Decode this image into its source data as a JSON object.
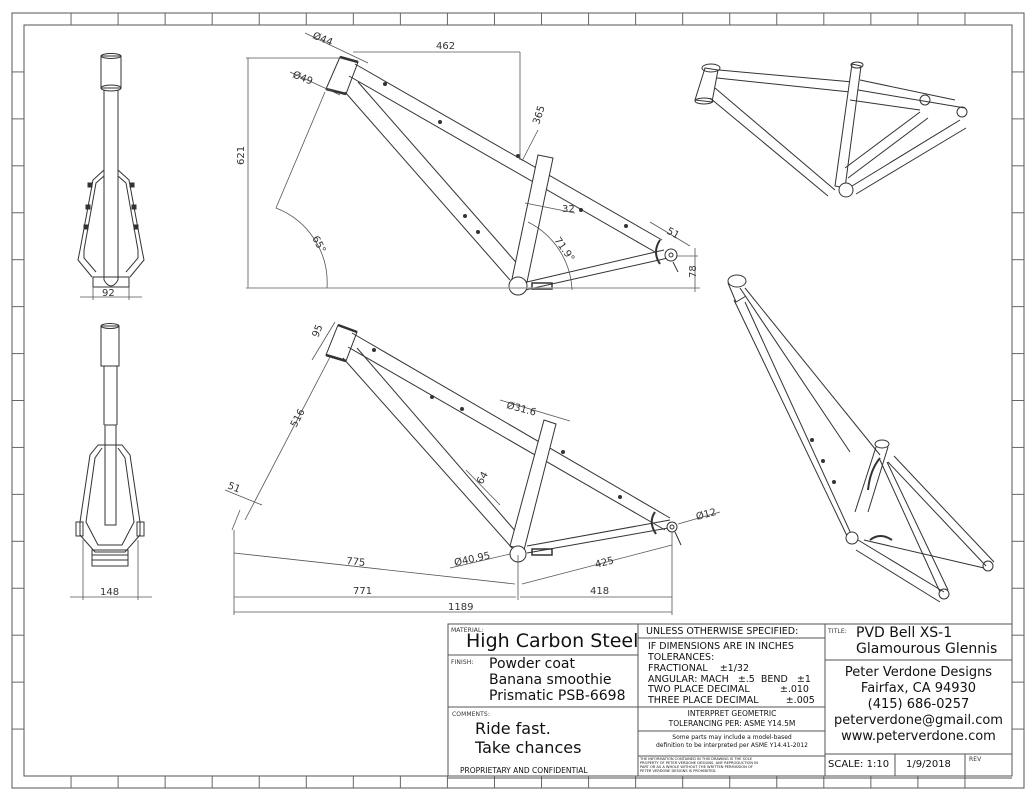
{
  "border": {
    "columns": 21,
    "rows": 16
  },
  "colors": {
    "line": "#333333",
    "dim_line": "#555555",
    "paper": "#ffffff"
  },
  "views": {
    "side_top": {
      "dims": {
        "head_tube_dia_top": "Ø44",
        "head_tube_dia_bottom": "Ø49",
        "reach": "462",
        "stack": "621",
        "seat_tube_length": "365",
        "head_angle": "65°",
        "seat_angle": "71.9°",
        "seat_tube_dia": "32",
        "dropout": "51",
        "bb_drop": "78"
      }
    },
    "side_bottom": {
      "dims": {
        "head_tube_length": "95",
        "fork_length": "516",
        "fork_offset": "51",
        "seatpost_dia": "Ø31.6",
        "seat_tube_sleeve": "64",
        "axle_dia": "Ø12",
        "bb_shell_dia": "Ø40.95",
        "front_center": "775",
        "chainstay": "425",
        "front_horizontal": "771",
        "rear_horizontal": "418",
        "wheelbase": "1189"
      }
    },
    "front": {
      "dims": {
        "bb_width": "92"
      }
    },
    "rear": {
      "dims": {
        "rear_spacing": "148"
      }
    }
  },
  "title_block": {
    "material_label": "MATERIAL:",
    "material": "High Carbon Steel",
    "finish_label": "FINISH:",
    "finish": [
      "Powder coat",
      "Banana smoothie",
      "Prismatic PSB-6698"
    ],
    "comments_label": "COMMENTS:",
    "comments": [
      "Ride fast.",
      "Take chances"
    ],
    "proprietary": "PROPRIETARY AND CONFIDENTIAL",
    "unless_specified": "UNLESS OTHERWISE SPECIFIED:",
    "tolerances": [
      "IF DIMENSIONS ARE IN INCHES",
      "TOLERANCES:",
      "FRACTIONAL    ±1/32",
      "ANGULAR: MACH   ±.5  BEND   ±1",
      "TWO PLACE DECIMAL          ±.010",
      "THREE PLACE DECIMAL         ±.005"
    ],
    "interpret": [
      "INTERPRET GEOMETRIC",
      "TOLERANCING PER: ASME Y14.5M"
    ],
    "model_based": [
      "Some parts may include a model-based",
      "definition to be interpreted per ASME Y14.41-2012"
    ],
    "notice": [
      "THE INFORMATION CONTAINED IN THIS DRAWING IS THE SOLE",
      "PROPERTY OF PETER VERDONE DESIGNS. ANY REPRODUCTION IN",
      "PART OR AS A WHOLE WITHOUT THE WRITTEN PERMISSION OF",
      "PETER VERDONE DESIGNS IS PROHIBITED."
    ],
    "title_label": "TITLE:",
    "title": [
      "PVD Bell XS-1",
      "Glamourous Glennis"
    ],
    "company": [
      "Peter Verdone Designs",
      "Fairfax, CA 94930",
      "(415) 686-0257",
      "peterverdone@gmail.com",
      "www.peterverdone.com"
    ],
    "scale": "SCALE: 1:10",
    "date": "1/9/2018",
    "rev_label": "REV"
  }
}
